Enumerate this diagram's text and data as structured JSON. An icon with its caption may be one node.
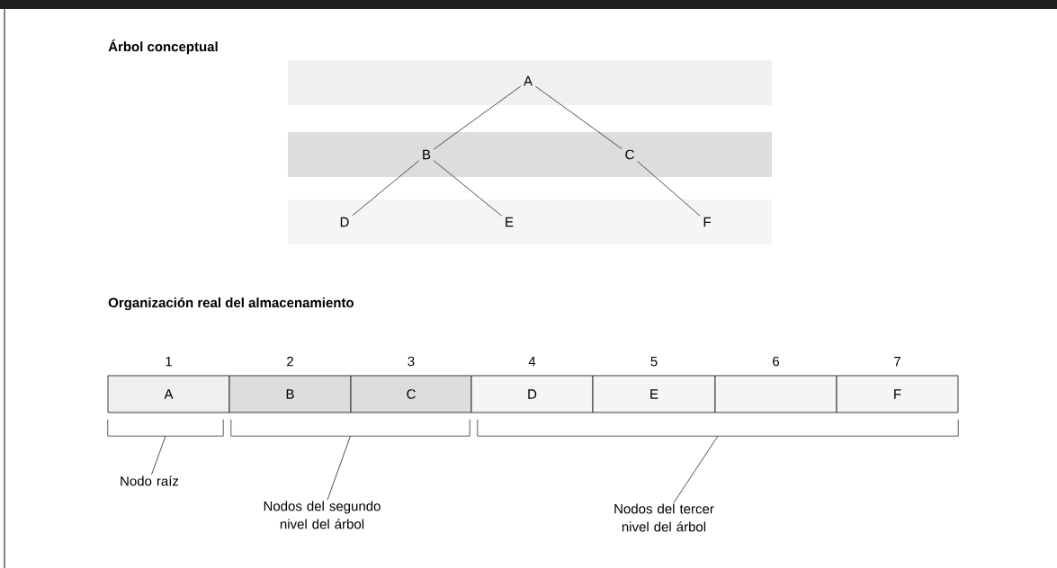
{
  "diagram": {
    "nodes": [
      {
        "text": [],
        "shape": "bar"
      },
      {
        "text": [
          "A"
        ],
        "in": 0
      },
      {
        "text": [],
        "shape": "bar"
      },
      {
        "text": [
          "B"
        ],
        "in": 2
      },
      {
        "text": [
          "C"
        ],
        "in": 2
      },
      {
        "text": [],
        "shape": "bar"
      },
      {
        "text": [
          "D"
        ],
        "in": 5
      },
      {
        "text": [
          "E"
        ],
        "in": 5
      },
      {
        "text": [
          "F"
        ],
        "in": 5
      },
      {
        "text": [
          "A"
        ],
        "beside": [
          "1"
        ]
      },
      {
        "text": [
          "B"
        ],
        "beside": [
          "2"
        ]
      },
      {
        "text": [
          "C"
        ],
        "beside": [
          "3"
        ]
      },
      {
        "text": [
          "D"
        ],
        "beside": [
          "4"
        ]
      },
      {
        "text": [
          "E"
        ],
        "beside": [
          "5"
        ]
      },
      {
        "text": [],
        "shape": "box",
        "beside": [
          "6"
        ]
      },
      {
        "text": [
          "F"
        ],
        "beside": [
          "7"
        ]
      },
      {
        "text": [
          "Nodo raíz"
        ]
      },
      {
        "text": [
          "Nodos del segundo nivel del árbol"
        ]
      },
      {
        "text": [
          "Nodos del tercer nivel del árbol"
        ]
      },
      {
        "text": [],
        "shape": "bracket"
      },
      {
        "text": [],
        "shape": "bracket"
      },
      {
        "text": [],
        "shape": "bracket"
      }
    ],
    "edges": [
      {
        "from": 1,
        "to": 3,
        "arrow": "none"
      },
      {
        "from": 1,
        "to": 4,
        "arrow": "none"
      },
      {
        "from": 3,
        "to": 6,
        "arrow": "none"
      },
      {
        "from": 3,
        "to": 7,
        "arrow": "none"
      },
      {
        "from": 4,
        "to": 8,
        "arrow": "none"
      },
      {
        "from": 16,
        "to": 19,
        "arrow": "none"
      },
      {
        "from": 17,
        "to": 20,
        "arrow": "none"
      },
      {
        "from": 18,
        "to": 21,
        "arrow": "none"
      }
    ],
    "labels": [
      "Árbol conceptual",
      "Organización real del almacenamiento"
    ]
  }
}
